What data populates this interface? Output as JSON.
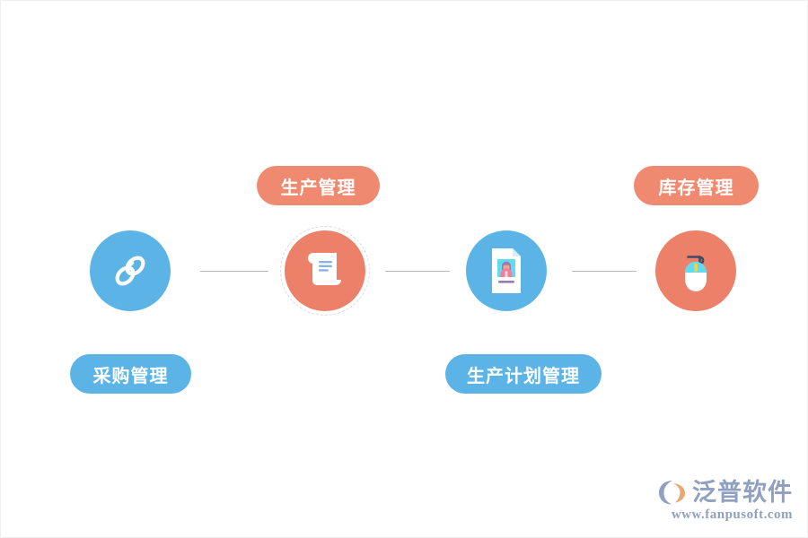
{
  "diagram": {
    "title": "",
    "colors": {
      "blue": "#5bb4e5",
      "peach": "#ec8068",
      "pill_peach": "#ef8a70",
      "connector": "#b9b9b9",
      "canvas": "#ffffff",
      "halo_ring": "#dcdcdc",
      "watermark": "#8b9bbd"
    },
    "steps": [
      {
        "id": "step-1",
        "label": "采购管理",
        "label_position": "below",
        "pill_color": "blue",
        "circle_color": "blue",
        "icon": "chain-link-icon",
        "has_halo_ring": false,
        "has_reflection": false
      },
      {
        "id": "step-2",
        "label": "生产管理",
        "label_position": "above",
        "pill_color": "peach",
        "circle_color": "peach",
        "icon": "scroll-document-icon",
        "has_halo_ring": true,
        "has_reflection": true
      },
      {
        "id": "step-3",
        "label": "生产计划管理",
        "label_position": "below",
        "pill_color": "blue",
        "circle_color": "blue",
        "icon": "id-card-document-icon",
        "has_halo_ring": false,
        "has_reflection": false
      },
      {
        "id": "step-4",
        "label": "库存管理",
        "label_position": "above",
        "pill_color": "peach",
        "circle_color": "peach",
        "icon": "computer-mouse-icon",
        "has_halo_ring": false,
        "has_reflection": true
      }
    ],
    "connectors": [
      {
        "id": "connector-1-2"
      },
      {
        "id": "connector-2-3"
      },
      {
        "id": "connector-3-4"
      }
    ]
  },
  "watermark": {
    "brand": "泛普软件",
    "url": "www.fanpusoft.com",
    "logo_icon": "fanpu-swoosh-logo-icon"
  }
}
